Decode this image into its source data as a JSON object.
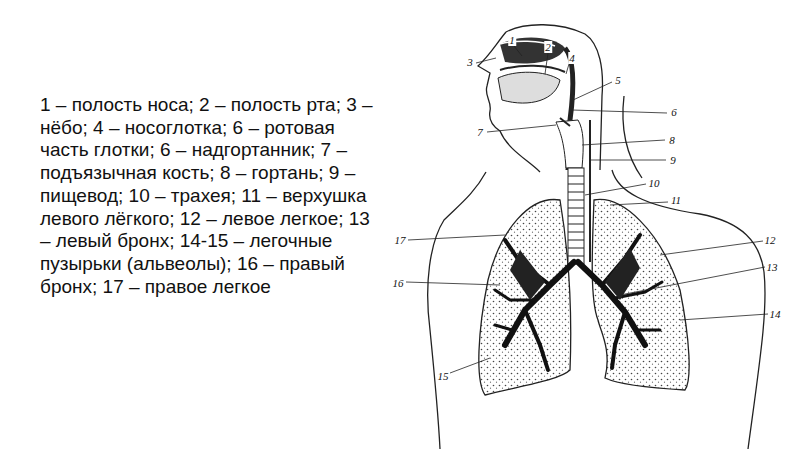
{
  "diagram": {
    "labels": [
      "1 – полость носа; 2 – полость рта; 3 – нёбо; 4 – носоглотка; 6 – ротовая часть глотки; 6 – надгортанник; 7 – подъязычная кость; 8 – гортань; 9 – пищевод; 10 – трахея; 11 – верхушка левого лёгкого; 12 – левое легкое; 13 – левый бронх; 14-15 – легочные пузырьки (альвеолы); 16 – правый бронх; 17 – правое легкое",
      "1",
      "2",
      "3",
      "4",
      "5",
      "6",
      "7",
      "8",
      "9",
      "10",
      "11",
      "12",
      "13",
      "14",
      "15",
      "16",
      "17"
    ]
  }
}
